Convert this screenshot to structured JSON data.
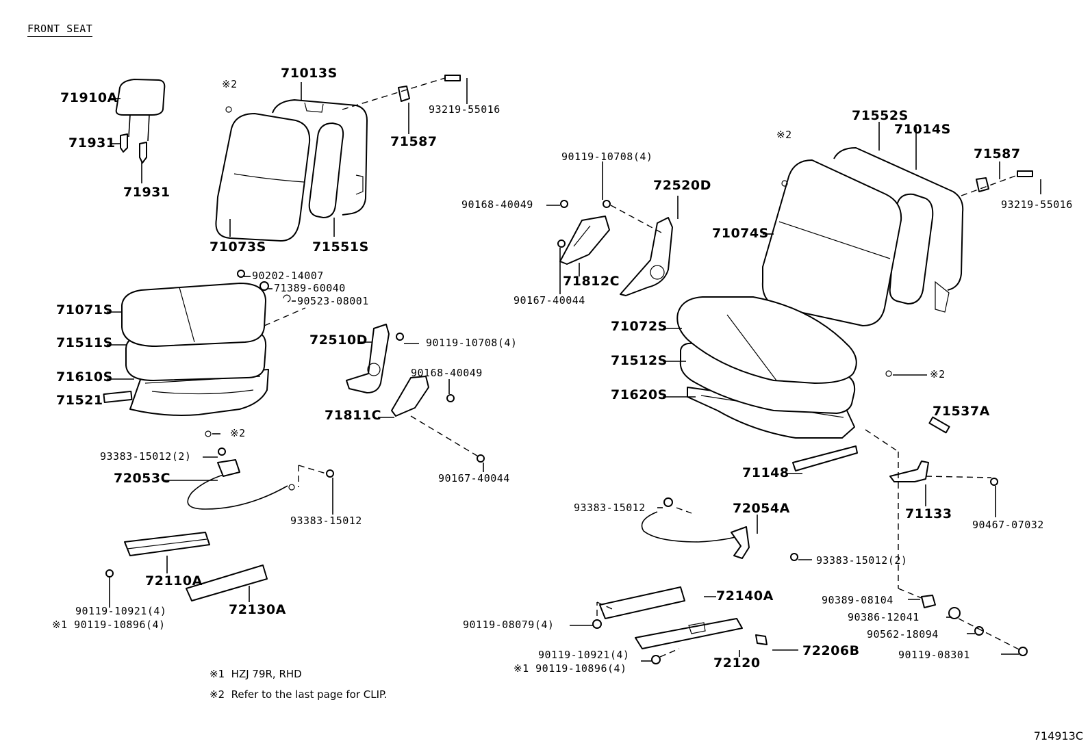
{
  "title": "FRONT SEAT",
  "diagram_code": "714913C",
  "notes": [
    {
      "mark": "※1",
      "text": "HZJ 79R, RHD"
    },
    {
      "mark": "※2",
      "text": "Refer to the last page for CLIP."
    }
  ],
  "labels": {
    "p71910A": "71910A",
    "p71931a": "71931",
    "p71931b": "71931",
    "p71013S": "71013S",
    "clip_a": "※2",
    "p93219a": "93219-55016",
    "p71587a": "71587",
    "p71073S": "71073S",
    "p71551S": "71551S",
    "p90202": "90202-14007",
    "p71389": "71389-60040",
    "p90523": "90523-08001",
    "p71071S": "71071S",
    "p71511S": "71511S",
    "p71610S": "71610S",
    "p71521": "71521",
    "clip_b": "※2",
    "p93383a": "93383-15012(2)",
    "p72053C": "72053C",
    "p93383b": "93383-15012",
    "p72110A": "72110A",
    "p72130A": "72130A",
    "p90119_10921a": "90119-10921(4)",
    "p90119_10896a": "※1 90119-10896(4)",
    "p90119_10708a": "90119-10708(4)",
    "p72520D": "72520D",
    "p90168a": "90168-40049",
    "p71812C": "71812C",
    "p90167a": "90167-40044",
    "p72510D": "72510D",
    "p90119_10708b": "90119-10708(4)",
    "p90168b": "90168-40049",
    "p71811C": "71811C",
    "p90167b": "90167-40044",
    "clip_c": "※2",
    "p71552S": "71552S",
    "p71014S": "71014S",
    "p71587b": "71587",
    "p93219b": "93219-55016",
    "p71074S": "71074S",
    "p71072S": "71072S",
    "p71512S": "71512S",
    "clip_d": "※2",
    "p71620S": "71620S",
    "p71537A": "71537A",
    "p71148": "71148",
    "p71133": "71133",
    "p90467": "90467-07032",
    "p93383c": "93383-15012",
    "p72054A": "72054A",
    "p93383d": "93383-15012(2)",
    "p72140A": "72140A",
    "p90389": "90389-08104",
    "p90386": "90386-12041",
    "p90562": "90562-18094",
    "p90119_08079": "90119-08079(4)",
    "p90119_10921b": "90119-10921(4)",
    "p90119_10896b": "※1 90119-10896(4)",
    "p72120": "72120",
    "p72206B": "72206B",
    "p90119_08301": "90119-08301"
  }
}
